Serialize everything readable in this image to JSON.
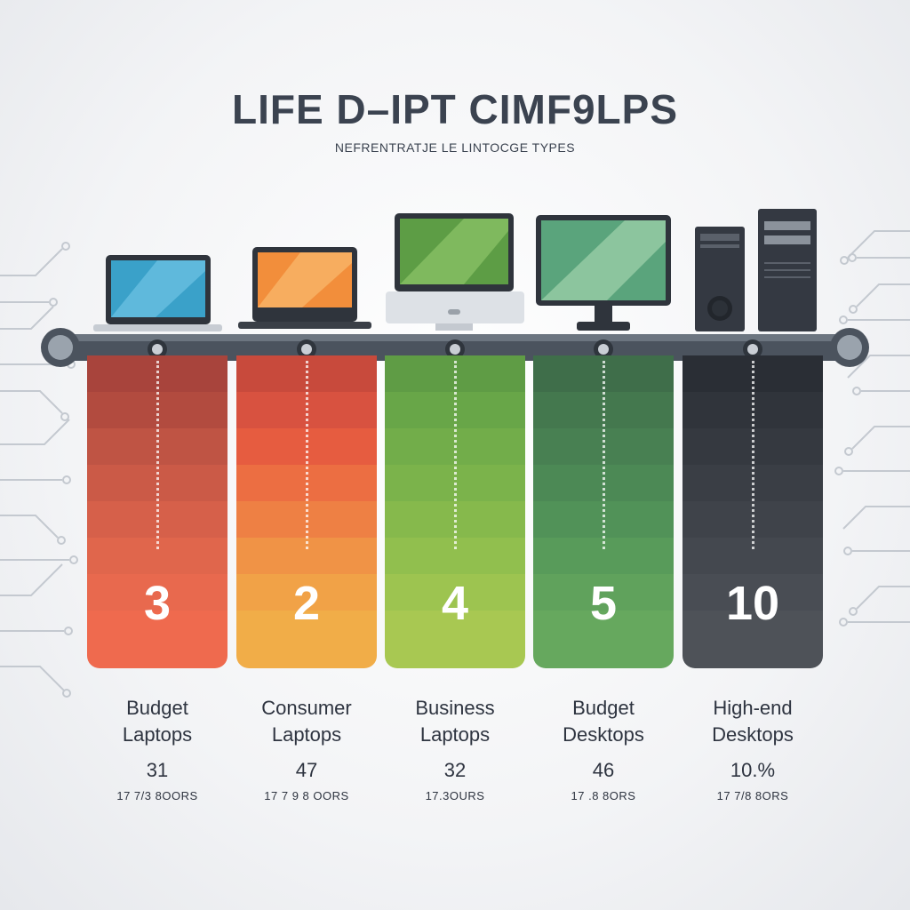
{
  "header": {
    "title": "LIFE D–IPT CIMF9LPS",
    "subtitle": "NEFRENTRATJE LE LINTOCGE TYPES"
  },
  "chart_data": {
    "type": "bar",
    "categories": [
      "Budget Laptops",
      "Consumer Laptops",
      "Business Laptops",
      "Budget Desktops",
      "High-end Desktops"
    ],
    "category_lines": [
      [
        "Budget",
        "Laptops"
      ],
      [
        "Consumer",
        "Laptops"
      ],
      [
        "Business",
        "Laptops"
      ],
      [
        "Budget",
        "Desktops"
      ],
      [
        "High-end",
        "Desktops"
      ]
    ],
    "values": [
      3,
      2,
      4,
      5,
      10
    ],
    "value_labels": [
      "3",
      "2",
      "4",
      "5",
      "10"
    ],
    "secondary_values": [
      "31",
      "47",
      "32",
      "46",
      "10.%"
    ],
    "secondary_units": [
      "17 7/3 8OORS",
      "17 7 9 8 OORS",
      "17.3OURS",
      "17 .8 8ORS",
      "17 7/8 8ORS"
    ],
    "colors": {
      "budget_laptops": [
        "#a8443c",
        "#b24b3f",
        "#bf5444",
        "#cb5a47",
        "#d6604a",
        "#e0664c",
        "#e8694e",
        "#ef6a4e"
      ],
      "consumer_laptops": [
        "#c84a3c",
        "#d85240",
        "#e65c40",
        "#ec6e42",
        "#ee8044",
        "#f09346",
        "#f1a247",
        "#f1ad48"
      ],
      "business_laptops": [
        "#5f9c45",
        "#68a648",
        "#72ad4a",
        "#7bb34b",
        "#86b94c",
        "#91bf4e",
        "#9dc450",
        "#a8c852"
      ],
      "budget_desktops": [
        "#3f6e4a",
        "#44784e",
        "#488052",
        "#4c8955",
        "#519258",
        "#589b5a",
        "#60a25c",
        "#66a85e"
      ],
      "highend_desktops": [
        "#2a2e35",
        "#30343b",
        "#353940",
        "#3a3e45",
        "#3f434a",
        "#44484f",
        "#494d54",
        "#4e5258"
      ]
    }
  }
}
